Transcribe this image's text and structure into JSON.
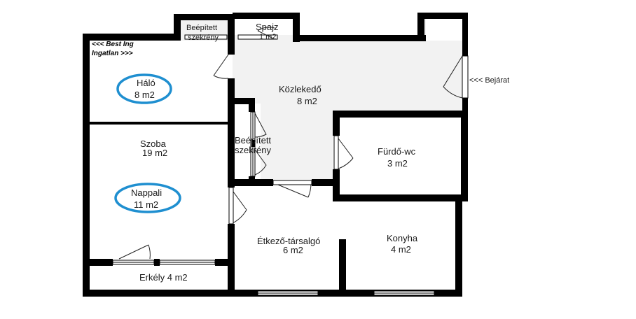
{
  "brand": {
    "line1": "<<< Best Ing",
    "line2": "Ingatlan >>>"
  },
  "rooms": {
    "halo": {
      "name": "Háló",
      "area": "8 m2"
    },
    "szoba": {
      "name": "Szoba",
      "area": "19 m2"
    },
    "nappali": {
      "name": "Nappali",
      "area": "11 m2"
    },
    "erkely": {
      "label": "Erkély 4 m2"
    },
    "beepitett_top": {
      "line1": "Beépített",
      "line2": "szekrény"
    },
    "spajz": {
      "name": "Spajz",
      "area": "1 m2"
    },
    "kozlekedo": {
      "name": "Közlekedő",
      "area": "8 m2"
    },
    "beepitett_mid": {
      "line1": "Beépített",
      "line2": "szekrény"
    },
    "furdo": {
      "name": "Fürdő-wc",
      "area": "3 m2"
    },
    "elkezo": {
      "name": "Étkező-társalgó",
      "area": "6 m2"
    },
    "konyha": {
      "name": "Konyha",
      "area": "4 m2"
    }
  },
  "entrance": {
    "label": "<<< Bejárat"
  },
  "colors": {
    "wall": "#000000",
    "highlight_ring": "#1f8fd0",
    "floor_grey": "#f2f2f2"
  }
}
